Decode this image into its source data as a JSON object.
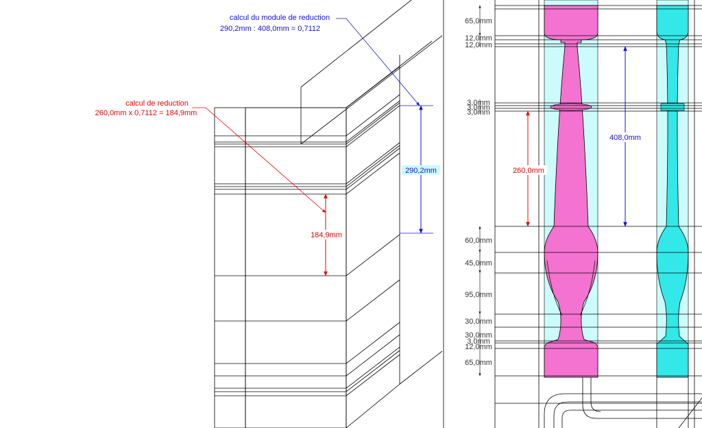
{
  "colors": {
    "line": "#000000",
    "cyan_fill": "#ccfbfb",
    "cyan_strong": "#33e8e8",
    "magenta": "#f472d0",
    "red_annotation": "#ee0000",
    "blue_annotation": "#1111dd",
    "dim_text": "#333333"
  },
  "left_view": {
    "module_note": {
      "line1": "calcul du module de reduction",
      "line2": "290,2mm : 408,0mm = 0,7112"
    },
    "reduction_note": {
      "line1": "calcul de reduction",
      "line2": "260,0mm x 0,7112 = 184,9mm"
    },
    "dim_reduced": "184,9mm",
    "dim_module": "290,2mm"
  },
  "right_view": {
    "dim_408": "408,0mm",
    "dim_260": "260,0mm",
    "dimension_ladder": [
      "65,0mm",
      "12,0mm",
      "12,0mm",
      "3,0mm",
      "3,0mm",
      "3,0mm",
      "60,0mm",
      "45,0mm",
      "95,0mm",
      "30,0mm",
      "30,0mm",
      "3,0mm",
      "12,0mm",
      "65,0mm"
    ]
  }
}
